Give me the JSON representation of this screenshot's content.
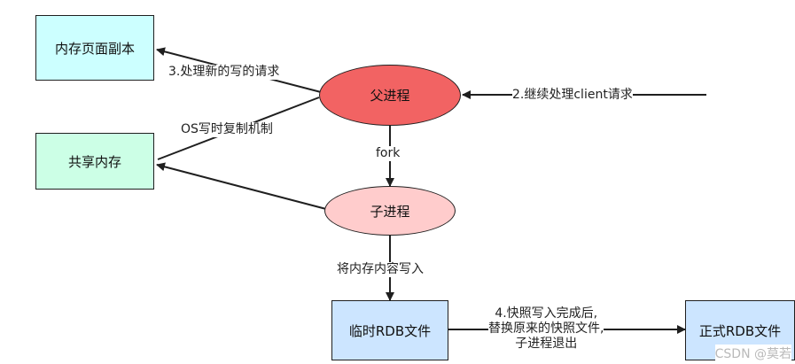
{
  "nodes": {
    "memory_page_copy": "内存页面副本",
    "shared_memory": "共享内存",
    "parent_process": "父进程",
    "child_process": "子进程",
    "temp_rdb_file": "临时RDB文件",
    "final_rdb_file": "正式RDB文件"
  },
  "edges": {
    "handle_new_writes": "3.处理新的写的请求",
    "os_copy_on_write": "OS写时复制机制",
    "continue_client_requests": "2.继续处理client请求",
    "fork": "fork",
    "write_memory_content": "将内存内容写入",
    "snapshot_done_line1": "4.快照写入完成后,",
    "snapshot_done_line2": "替换原来的快照文件,",
    "snapshot_done_line3": "子进程退出"
  },
  "colors": {
    "memory_page_copy": "#ccffff",
    "shared_memory": "#ccffe6",
    "parent_process": "#f26363",
    "child_process": "#ffcccc",
    "rdb_files": "#cce5ff"
  },
  "watermark": "CSDN @莫若"
}
